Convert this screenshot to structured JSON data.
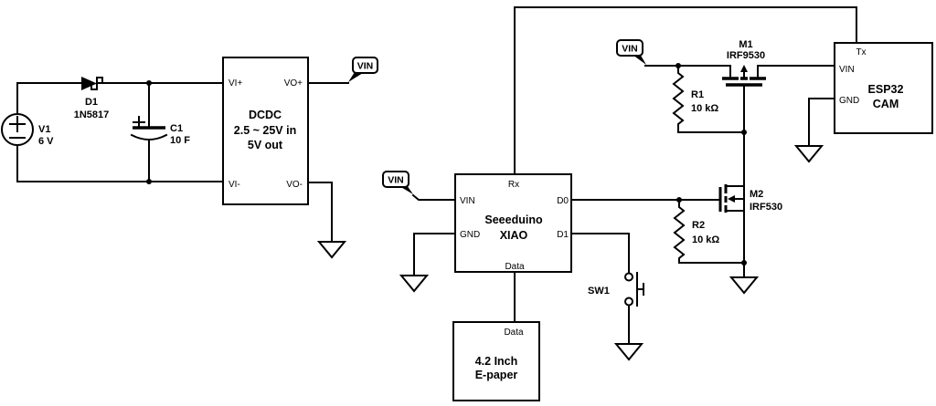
{
  "schematic": {
    "colors": {
      "wire": "#000000",
      "background": "#ffffff",
      "text": "#000000"
    },
    "source": {
      "ref": "V1",
      "value": "6 V"
    },
    "diode": {
      "ref": "D1",
      "value": "1N5817"
    },
    "cap": {
      "ref": "C1",
      "value": "10 F"
    },
    "dcdc": {
      "name": "DCDC",
      "input_range": "2.5 ~ 25V in",
      "output": "5V out",
      "pin_vi_plus": "VI+",
      "pin_vo_plus": "VO+",
      "pin_vi_minus": "VI-",
      "pin_vo_minus": "VO-"
    },
    "xiao": {
      "name_line1": "Seeeduino",
      "name_line2": "XIAO",
      "pin_rx": "Rx",
      "pin_vin": "VIN",
      "pin_gnd": "GND",
      "pin_d0": "D0",
      "pin_d1": "D1",
      "pin_data": "Data"
    },
    "epaper": {
      "name_line1": "4.2 Inch",
      "name_line2": "E-paper",
      "pin_data": "Data"
    },
    "esp32": {
      "name_line1": "ESP32",
      "name_line2": "CAM",
      "pin_tx": "Tx",
      "pin_vin": "VIN",
      "pin_gnd": "GND"
    },
    "r1": {
      "ref": "R1",
      "value": "10 kΩ"
    },
    "r2": {
      "ref": "R2",
      "value": "10 kΩ"
    },
    "m1": {
      "ref": "M1",
      "value": "IRF9530"
    },
    "m2": {
      "ref": "M2",
      "value": "IRF530"
    },
    "sw": {
      "ref": "SW1"
    },
    "net_vin": "VIN"
  }
}
